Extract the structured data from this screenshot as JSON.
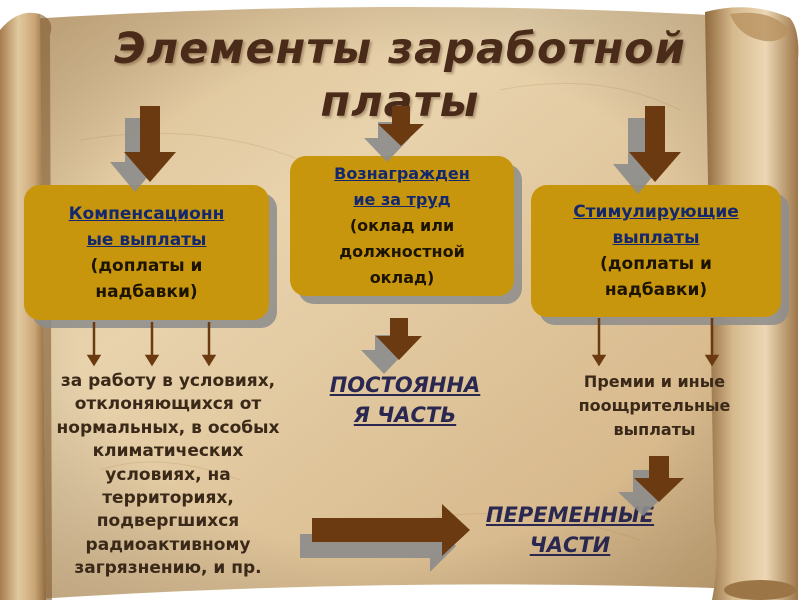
{
  "title": {
    "line1": "Элементы заработной",
    "line2": "платы"
  },
  "boxes": {
    "left": {
      "lines": [
        "Компенсационн",
        "ые выплаты ",
        "(доплаты и",
        "надбавки)"
      ]
    },
    "middle": {
      "lines": [
        "Вознагражден",
        "ие за труд ",
        "(оклад или",
        "должностной",
        "оклад)"
      ]
    },
    "right": {
      "lines": [
        "Стимулирующие",
        "выплаты ",
        "(доплаты и",
        "надбавки)"
      ]
    }
  },
  "left_text": {
    "lines": [
      "за работу в условиях,",
      "отклоняющихся от",
      "нормальных, в особых",
      "климатических",
      "условиях, на",
      "территориях,",
      "подвергшихся",
      "радиоактивному",
      "загрязнению, и пр."
    ]
  },
  "constant_part": {
    "lines": [
      "ПОСТОЯННА",
      "Я ЧАСТЬ"
    ]
  },
  "right_text": {
    "lines": [
      "Премии и иные",
      "поощрительные",
      "выплаты"
    ]
  },
  "variable_part": {
    "lines": [
      "ПЕРЕМЕННЫЕ",
      "ЧАСТИ"
    ]
  },
  "colors": {
    "box_fill": "#c8960c",
    "arrow_brown": "#6b3a10",
    "shadow_gray": "#8c8c8c",
    "title_brown": "#4a2a18",
    "emphasis_text": "#2a2850",
    "box_heading_blue": "#14286e"
  }
}
